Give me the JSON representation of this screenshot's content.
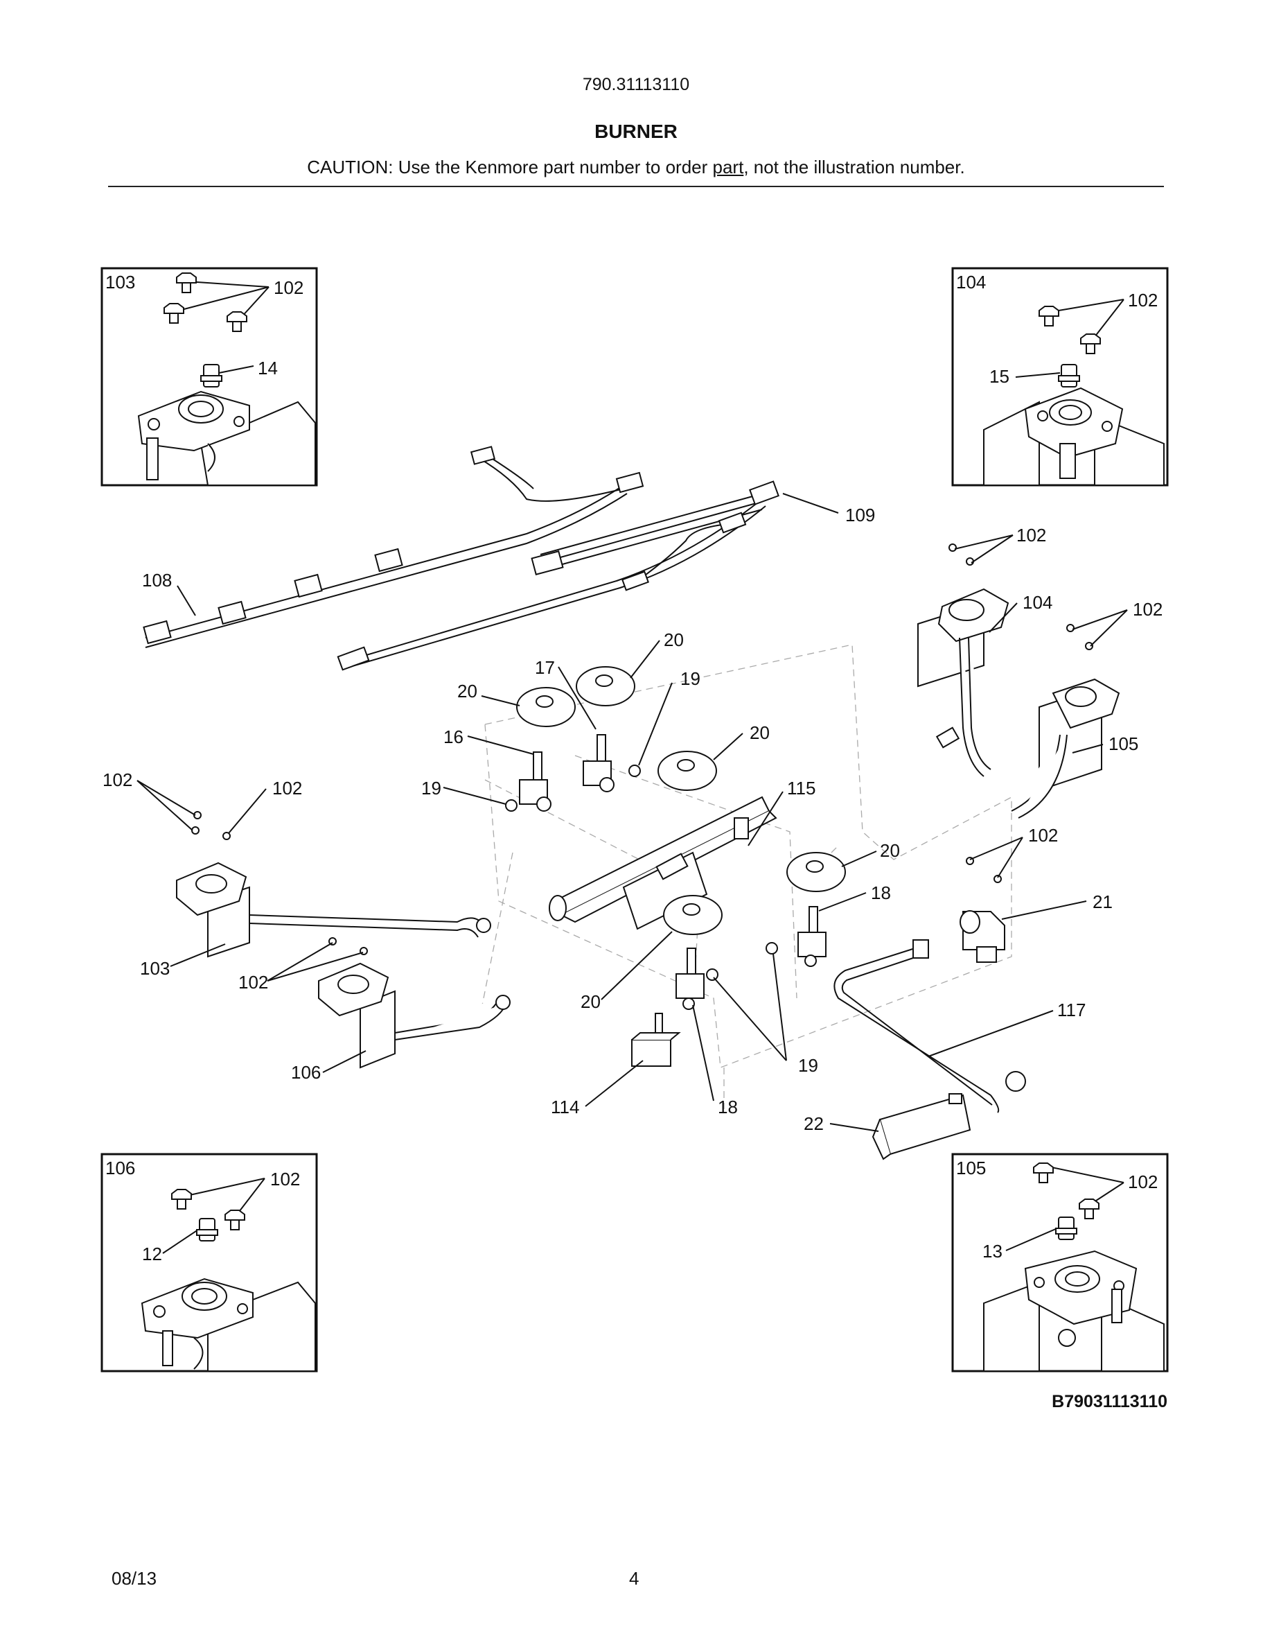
{
  "header": {
    "model": "790.31113110",
    "title": "BURNER",
    "caution_before": "CAUTION: Use the Kenmore part number to order ",
    "caution_underlined": "part",
    "caution_after": ", not the illustration number."
  },
  "insets": [
    {
      "box": "103",
      "screw": "102",
      "part": "14"
    },
    {
      "box": "104",
      "screw": "102",
      "part": "15"
    },
    {
      "box": "106",
      "screw": "102",
      "part": "12"
    },
    {
      "box": "105",
      "screw": "102",
      "part": "13"
    }
  ],
  "callouts": {
    "c108": "108",
    "c109": "109",
    "c102a": "102",
    "c104": "104",
    "c102b": "102",
    "c105": "105",
    "c20a": "20",
    "c17": "17",
    "c19a": "19",
    "c20b": "20",
    "c16": "16",
    "c20c": "20",
    "c102c": "102",
    "c102d": "102",
    "c19b": "19",
    "c115": "115",
    "c20d": "20",
    "c102e": "102",
    "c18a": "18",
    "c21": "21",
    "c103": "103",
    "c102f": "102",
    "c20e": "20",
    "c117": "117",
    "c106": "106",
    "c19c": "19",
    "c114": "114",
    "c18b": "18",
    "c22": "22"
  },
  "footer": {
    "diagram_code": "B79031113110",
    "date": "08/13",
    "page": "4"
  }
}
